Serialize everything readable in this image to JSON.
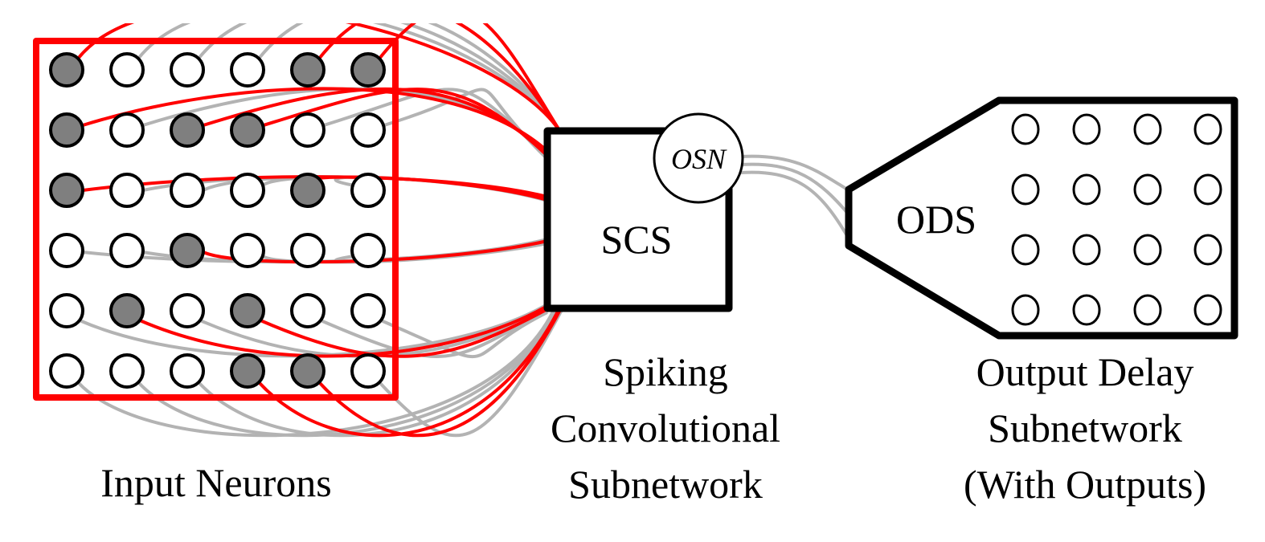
{
  "labels": {
    "input_neurons": "Input Neurons",
    "scs_box": "SCS",
    "osn_node": "OSN",
    "ods_box": "ODS",
    "scs_caption": [
      "Spiking",
      "Convolutional",
      "Subnetwork"
    ],
    "ods_caption": [
      "Output Delay",
      "Subnetwork",
      "(With Outputs)"
    ]
  },
  "colors": {
    "active_neuron": "#7f7f7f",
    "inactive_neuron": "#ffffff",
    "active_connection": "#ff0000",
    "inactive_connection": "#b3b3b3",
    "receptive_field_border": "#ff0000",
    "box_border": "#000000"
  },
  "input_grid": {
    "rows": 6,
    "cols": 6,
    "active": [
      [
        1,
        0,
        0,
        0,
        1,
        1
      ],
      [
        1,
        0,
        1,
        1,
        0,
        0
      ],
      [
        1,
        0,
        0,
        0,
        1,
        0
      ],
      [
        0,
        0,
        1,
        0,
        0,
        0
      ],
      [
        0,
        1,
        0,
        1,
        0,
        0
      ],
      [
        0,
        0,
        0,
        1,
        1,
        0
      ]
    ]
  },
  "output_grid": {
    "rows": 4,
    "cols": 4
  },
  "osn_to_ods_connections": 3
}
